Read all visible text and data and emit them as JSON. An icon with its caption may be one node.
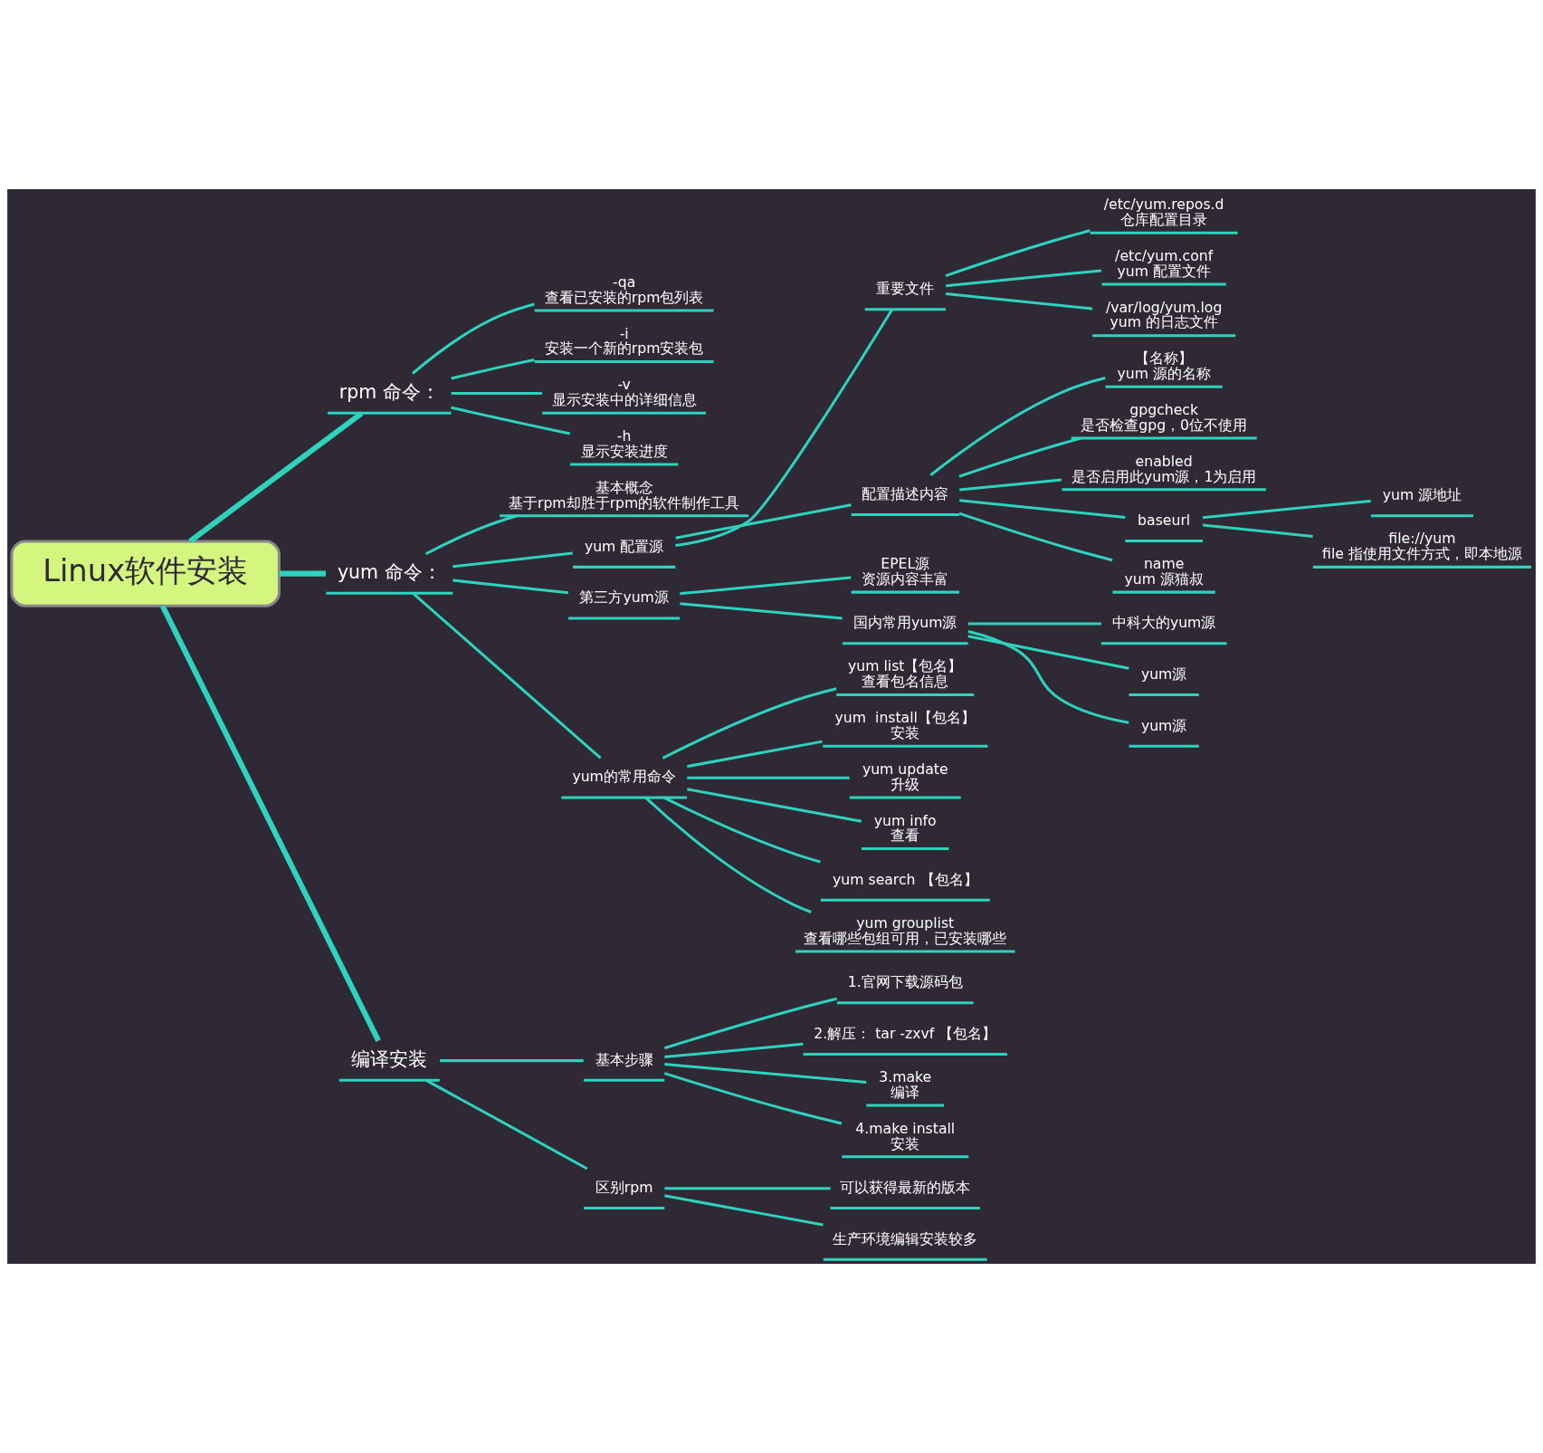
{
  "diagram": {
    "nodes": [
      {
        "text": [
          "Linux软件安装"
        ]
      },
      {
        "text": [
          "rpm 命令："
        ]
      },
      {
        "text": [
          "-qa",
          "查看已安装的rpm包列表"
        ]
      },
      {
        "text": [
          "-i",
          "安装一个新的rpm安装包"
        ]
      },
      {
        "text": [
          "-v",
          "显示安装中的详细信息"
        ]
      },
      {
        "text": [
          "-h",
          "显示安装进度"
        ]
      },
      {
        "text": [
          "yum 命令："
        ]
      },
      {
        "text": [
          "基本概念",
          "基于rpm却胜于rpm的软件制作工具"
        ]
      },
      {
        "text": [
          "yum 配置源"
        ]
      },
      {
        "text": [
          "重要文件"
        ]
      },
      {
        "text": [
          "/etc/yum.repos.d",
          "仓库配置目录"
        ]
      },
      {
        "text": [
          "/etc/yum.conf",
          "yum 配置文件"
        ]
      },
      {
        "text": [
          "/var/log/yum.log",
          "yum 的日志文件"
        ]
      },
      {
        "text": [
          "配置描述内容"
        ]
      },
      {
        "text": [
          "【名称】",
          "yum 源的名称"
        ]
      },
      {
        "text": [
          "gpgcheck",
          "是否检查gpg，0位不使用"
        ]
      },
      {
        "text": [
          "enabled",
          "是否启用此yum源，1为启用"
        ]
      },
      {
        "text": [
          "baseurl"
        ]
      },
      {
        "text": [
          "yum 源地址"
        ]
      },
      {
        "text": [
          "file://yum",
          "file 指使用文件方式，即本地源"
        ]
      },
      {
        "text": [
          "name",
          "yum 源猫叔"
        ]
      },
      {
        "text": [
          "第三方yum源"
        ]
      },
      {
        "text": [
          "EPEL源",
          "资源内容丰富"
        ]
      },
      {
        "text": [
          "国内常用yum源"
        ]
      },
      {
        "text": [
          "中科大的yum源"
        ]
      },
      {
        "text": [
          "yum源"
        ]
      },
      {
        "text": [
          "yum源"
        ]
      },
      {
        "text": [
          "yum的常用命令"
        ]
      },
      {
        "text": [
          "yum list【包名】",
          "查看包名信息"
        ]
      },
      {
        "text": [
          "yum  install【包名】",
          "安装"
        ]
      },
      {
        "text": [
          "yum update",
          "升级"
        ]
      },
      {
        "text": [
          "yum info",
          "查看"
        ]
      },
      {
        "text": [
          "yum search 【包名】"
        ]
      },
      {
        "text": [
          "yum grouplist",
          "查看哪些包组可用，已安装哪些"
        ]
      },
      {
        "text": [
          "编译安装"
        ]
      },
      {
        "text": [
          "基本步骤"
        ]
      },
      {
        "text": [
          "1.官网下载源码包"
        ]
      },
      {
        "text": [
          "2.解压： tar -zxvf 【包名】"
        ]
      },
      {
        "text": [
          "3.make",
          "编译"
        ]
      },
      {
        "text": [
          "4.make install",
          "安装"
        ]
      },
      {
        "text": [
          "区别rpm"
        ]
      },
      {
        "text": [
          "可以获得最新的版本"
        ]
      },
      {
        "text": [
          "生产环境编辑安装较多"
        ]
      }
    ],
    "edges": [
      {
        "from": 0,
        "to": 1,
        "arrow": "none",
        "style": "thick"
      },
      {
        "from": 1,
        "to": 2,
        "arrow": "none"
      },
      {
        "from": 1,
        "to": 3,
        "arrow": "none"
      },
      {
        "from": 1,
        "to": 4,
        "arrow": "none"
      },
      {
        "from": 1,
        "to": 5,
        "arrow": "none"
      },
      {
        "from": 0,
        "to": 6,
        "arrow": "none",
        "style": "thick"
      },
      {
        "from": 6,
        "to": 7,
        "arrow": "none"
      },
      {
        "from": 6,
        "to": 8,
        "arrow": "none"
      },
      {
        "from": 8,
        "to": 9,
        "arrow": "none"
      },
      {
        "from": 9,
        "to": 10,
        "arrow": "none"
      },
      {
        "from": 9,
        "to": 11,
        "arrow": "none"
      },
      {
        "from": 9,
        "to": 12,
        "arrow": "none"
      },
      {
        "from": 8,
        "to": 13,
        "arrow": "none"
      },
      {
        "from": 13,
        "to": 14,
        "arrow": "none"
      },
      {
        "from": 13,
        "to": 15,
        "arrow": "none"
      },
      {
        "from": 13,
        "to": 16,
        "arrow": "none"
      },
      {
        "from": 13,
        "to": 17,
        "arrow": "none"
      },
      {
        "from": 17,
        "to": 18,
        "arrow": "none"
      },
      {
        "from": 17,
        "to": 19,
        "arrow": "none"
      },
      {
        "from": 13,
        "to": 20,
        "arrow": "none"
      },
      {
        "from": 6,
        "to": 21,
        "arrow": "none"
      },
      {
        "from": 21,
        "to": 22,
        "arrow": "none"
      },
      {
        "from": 21,
        "to": 23,
        "arrow": "none"
      },
      {
        "from": 23,
        "to": 24,
        "arrow": "none"
      },
      {
        "from": 23,
        "to": 25,
        "arrow": "none"
      },
      {
        "from": 23,
        "to": 26,
        "arrow": "none"
      },
      {
        "from": 6,
        "to": 27,
        "arrow": "none"
      },
      {
        "from": 27,
        "to": 28,
        "arrow": "none"
      },
      {
        "from": 27,
        "to": 29,
        "arrow": "none"
      },
      {
        "from": 27,
        "to": 30,
        "arrow": "none"
      },
      {
        "from": 27,
        "to": 31,
        "arrow": "none"
      },
      {
        "from": 27,
        "to": 32,
        "arrow": "none"
      },
      {
        "from": 27,
        "to": 33,
        "arrow": "none"
      },
      {
        "from": 0,
        "to": 34,
        "arrow": "none",
        "style": "thick"
      },
      {
        "from": 34,
        "to": 35,
        "arrow": "none"
      },
      {
        "from": 35,
        "to": 36,
        "arrow": "none"
      },
      {
        "from": 35,
        "to": 37,
        "arrow": "none"
      },
      {
        "from": 35,
        "to": 38,
        "arrow": "none"
      },
      {
        "from": 35,
        "to": 39,
        "arrow": "none"
      },
      {
        "from": 34,
        "to": 40,
        "arrow": "none"
      },
      {
        "from": 40,
        "to": 41,
        "arrow": "none"
      },
      {
        "from": 40,
        "to": 42,
        "arrow": "none"
      }
    ]
  }
}
